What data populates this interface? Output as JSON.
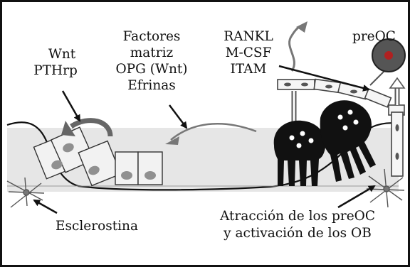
{
  "labels": {
    "wnt": "Wnt",
    "pthrp": "PTHrp",
    "factores_1": "Factores",
    "factores_2": "matriz",
    "factores_3": "OPG (Wnt)",
    "factores_4": "Efrinas",
    "rankl": "RANKL",
    "mcsf": "M-CSF",
    "itam": "ITAM",
    "preoc": "preOC",
    "esclerostina": "Esclerostina",
    "atraccion_1": "Atracción de los preOC",
    "atraccion_2": "y activación de los OB"
  },
  "colors": {
    "ink": "#111111",
    "bone_fill": "#e6e6e6",
    "cell_fill": "#f2f2f2",
    "nucleus": "#909090",
    "preoc_body": "#555555",
    "preoc_nucleus": "#b02020"
  }
}
